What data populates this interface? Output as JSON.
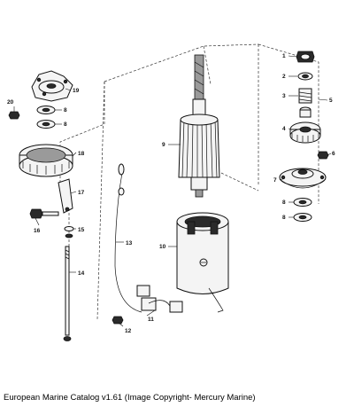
{
  "caption": "European Marine Catalog v1.61 (Image Copyright- Mercury Marine)",
  "callouts": [
    "1",
    "2",
    "3",
    "4",
    "5",
    "6",
    "7",
    "8",
    "8",
    "9",
    "10",
    "11",
    "12",
    "13",
    "14",
    "15",
    "16",
    "17",
    "18",
    "19",
    "20",
    "8",
    "8"
  ]
}
